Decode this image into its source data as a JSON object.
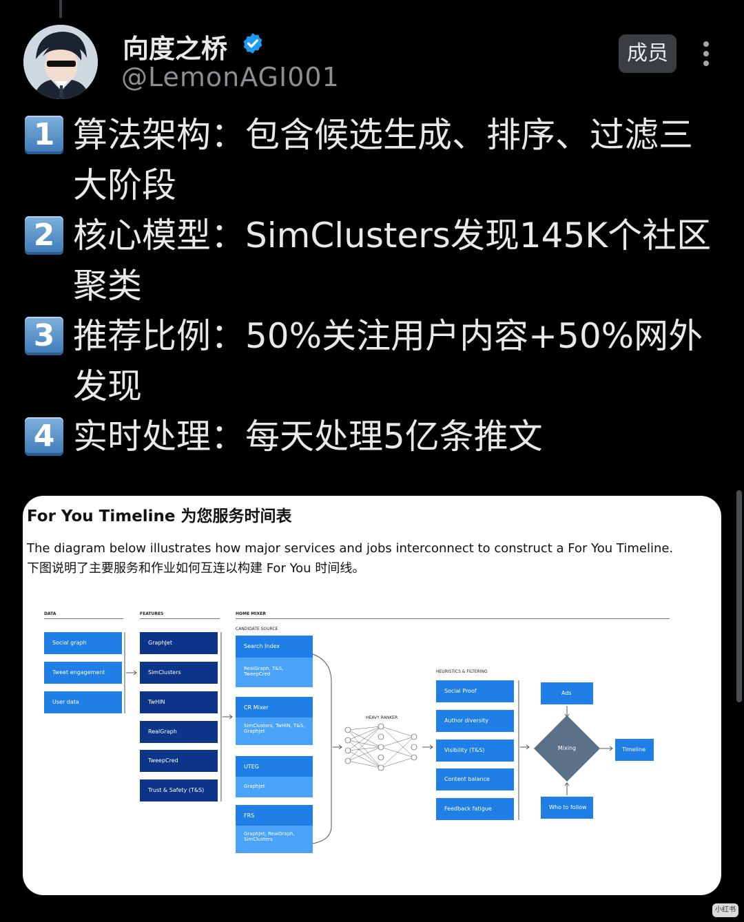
{
  "author": {
    "display_name": "向度之桥",
    "handle": "@LemonAGI001",
    "member_button": "成员"
  },
  "tweet": [
    {
      "number": "1",
      "text": "算法架构：包含候选生成、排序、过滤三大阶段"
    },
    {
      "number": "2",
      "text": "核心模型：SimClusters发现145K个社区聚类"
    },
    {
      "number": "3",
      "text": "推荐比例：50%关注用户内容+50%网外发现"
    },
    {
      "number": "4",
      "text": "实时处理：每天处理5亿条推文"
    }
  ],
  "card": {
    "title": "For You Timeline  为您服务时间表",
    "desc_en": "The diagram below illustrates how major services and jobs interconnect to construct a For You Timeline.",
    "desc_zh": "下图说明了主要服务和作业如何互连以构建 For You 时间线。",
    "diagram": {
      "sections": {
        "data": "DATA",
        "features": "FEATURES",
        "home_mixer": "HOME MIXER",
        "candidate_source": "CANDIDATE SOURCE",
        "heavy_ranker": "HEAVY RANKER",
        "heuristics": "HEURISTICS & FILTERING"
      },
      "data_items": [
        "Social graph",
        "Tweet engagement",
        "User data"
      ],
      "feature_items": [
        "GraphJet",
        "SimClusters",
        "TwHIN",
        "RealGraph",
        "TweepCred",
        "Trust & Safety (T&S)"
      ],
      "candidates": [
        {
          "name": "Search Index",
          "sub": "RealGraph, T&S, TweepCred"
        },
        {
          "name": "CR Mixer",
          "sub": "SimClusters, TwHIN, T&S, GraphJet"
        },
        {
          "name": "UTEG",
          "sub": "GraphJet"
        },
        {
          "name": "FRS",
          "sub": "GraphJet, RealGraph, SimClusters"
        }
      ],
      "filters": [
        "Social Proof",
        "Author diversity",
        "Visibility (T&S)",
        "Content balance",
        "Feedback fatigue"
      ],
      "ads": "Ads",
      "mixing": "Mixing",
      "timeline": "Timeline",
      "who_to_follow": "Who to follow"
    }
  },
  "watermark": "小红书"
}
